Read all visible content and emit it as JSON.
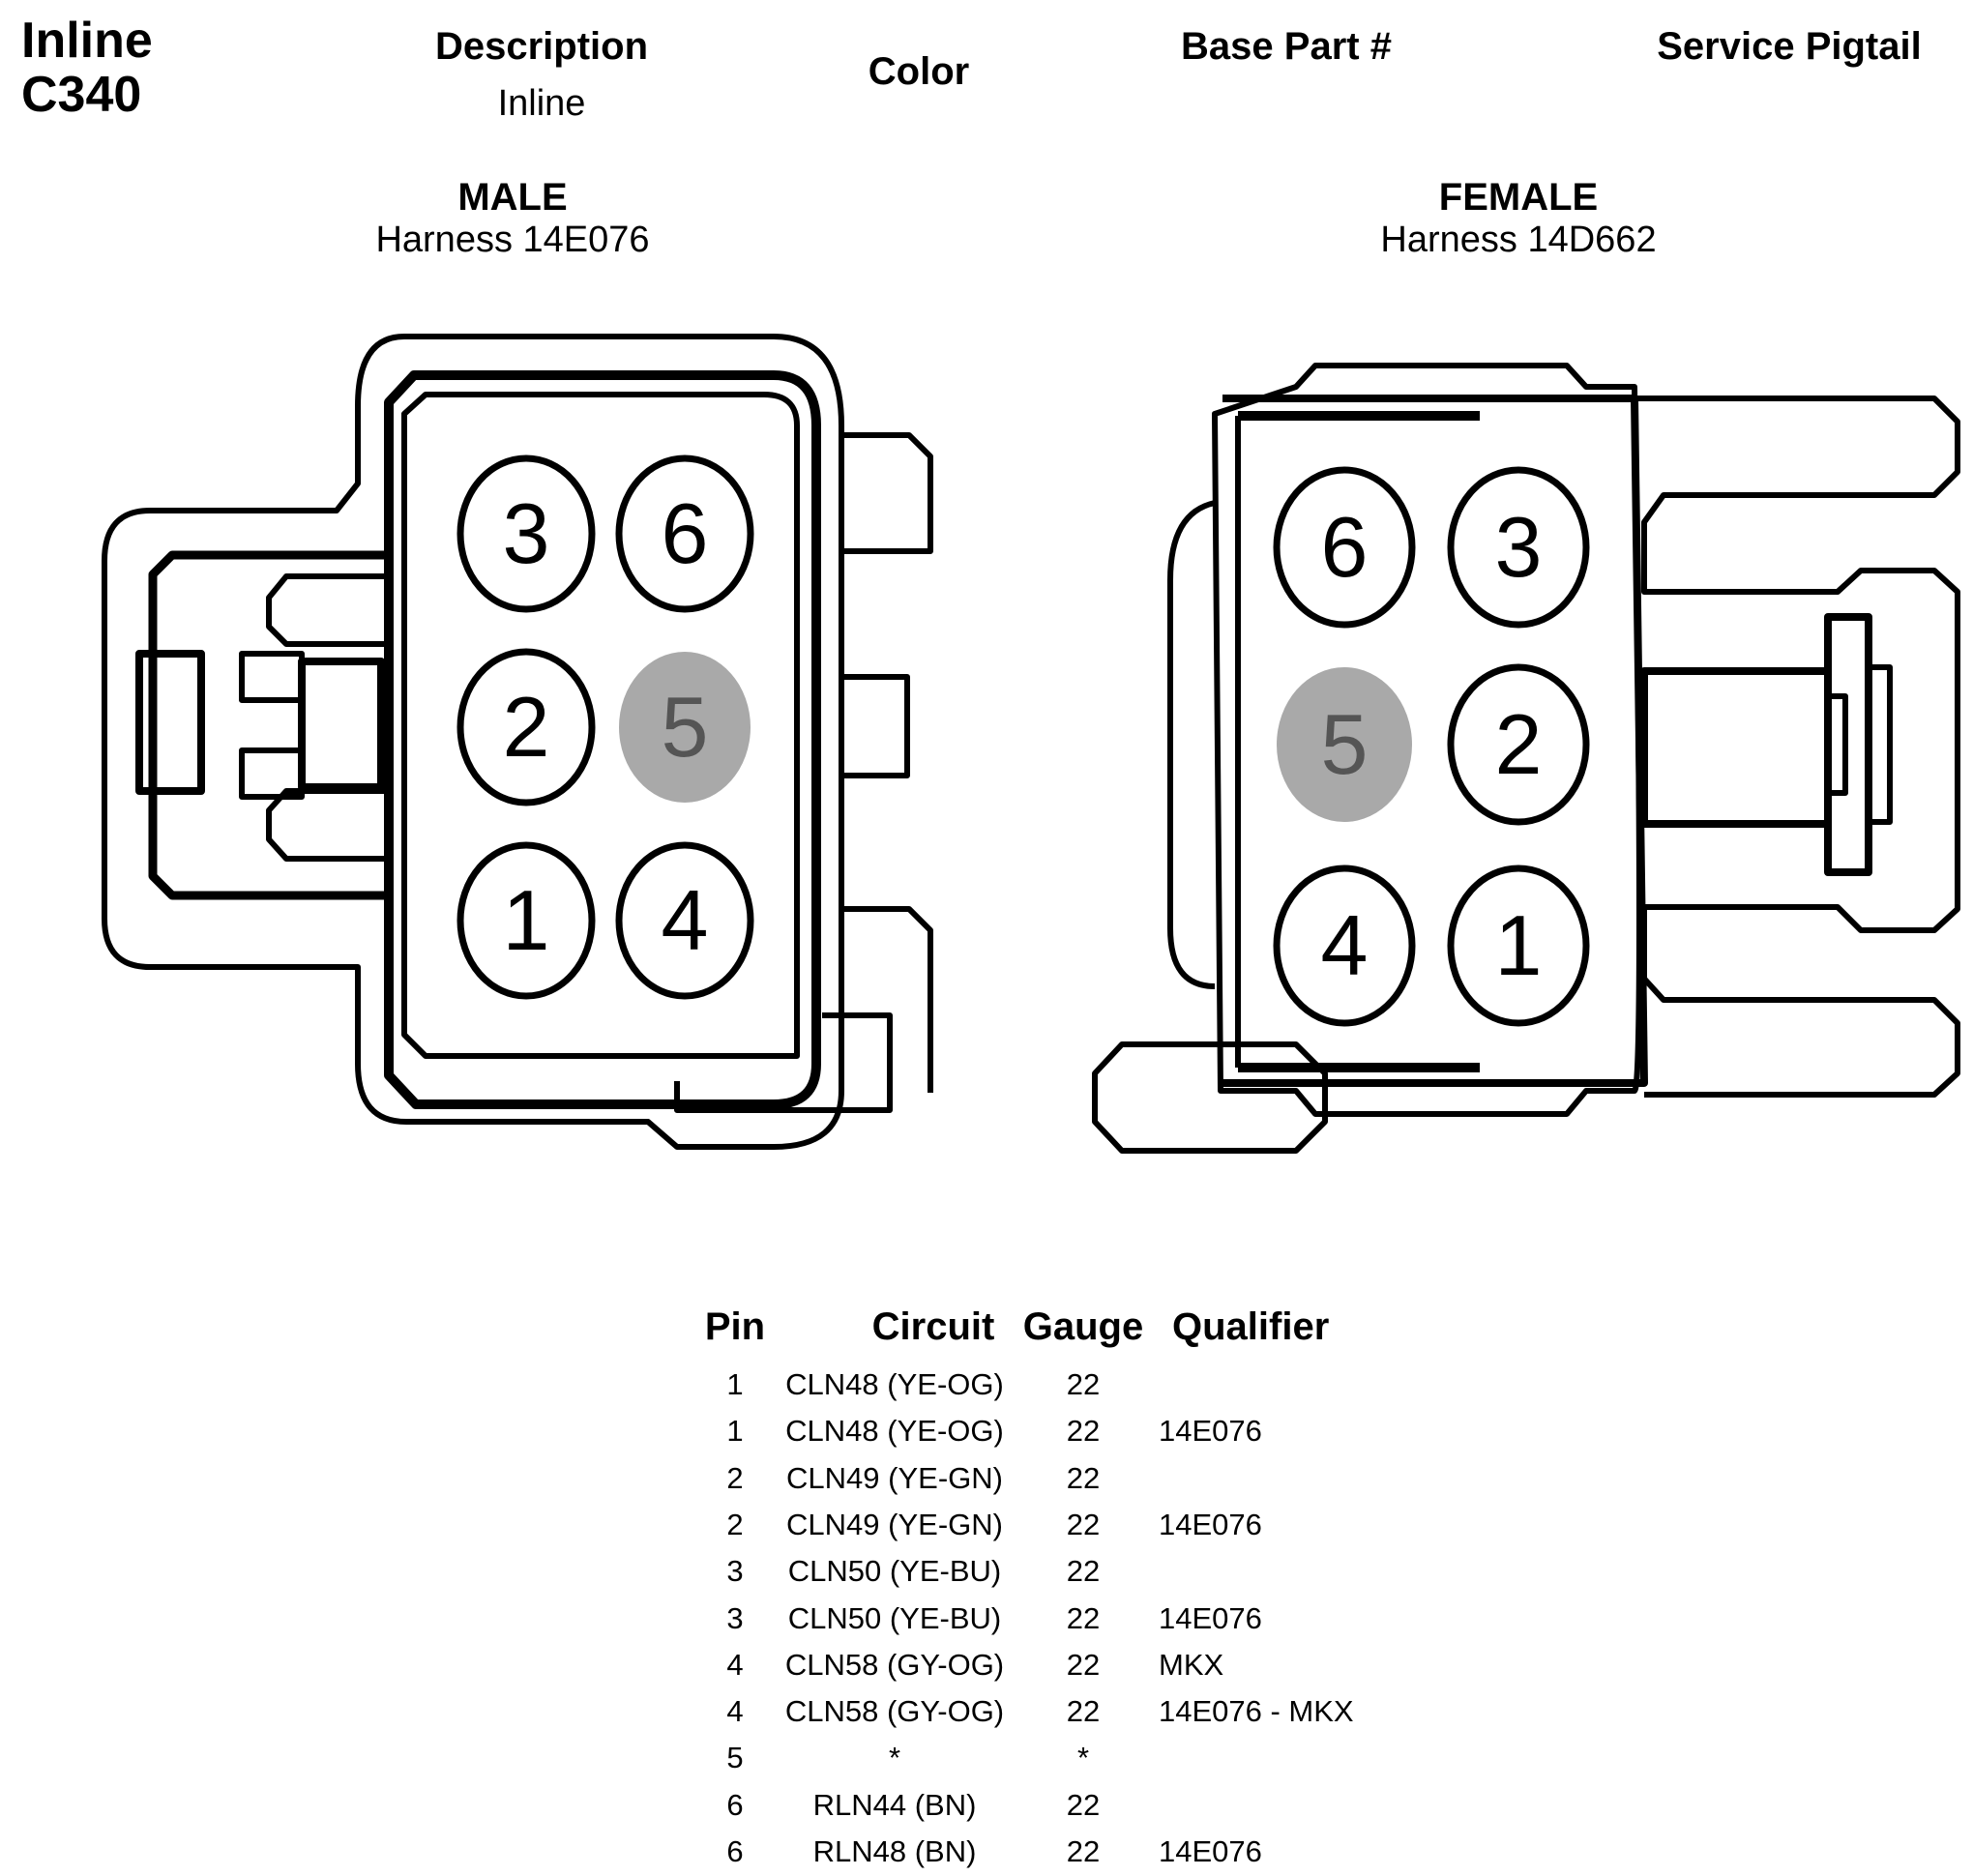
{
  "header": {
    "title_line1": "Inline",
    "title_line2": "C340",
    "description_label": "Description",
    "description_value": "Inline",
    "color_label": "Color",
    "base_part_label": "Base Part #",
    "service_pigtail_label": "Service Pigtail"
  },
  "male": {
    "title": "MALE",
    "harness": "Harness 14E076",
    "pins": [
      {
        "label": "3",
        "empty": false
      },
      {
        "label": "6",
        "empty": false
      },
      {
        "label": "2",
        "empty": false
      },
      {
        "label": "5",
        "empty": true
      },
      {
        "label": "1",
        "empty": false
      },
      {
        "label": "4",
        "empty": false
      }
    ]
  },
  "female": {
    "title": "FEMALE",
    "harness": "Harness 14D662",
    "pins": [
      {
        "label": "6",
        "empty": false
      },
      {
        "label": "3",
        "empty": false
      },
      {
        "label": "5",
        "empty": true
      },
      {
        "label": "2",
        "empty": false
      },
      {
        "label": "4",
        "empty": false
      },
      {
        "label": "1",
        "empty": false
      }
    ]
  },
  "colors": {
    "empty_cavity": "#a9a9a9",
    "empty_text": "#555555",
    "line": "#000000"
  },
  "table": {
    "headers": {
      "pin": "Pin",
      "circuit": "Circuit",
      "gauge": "Gauge",
      "qualifier": "Qualifier"
    },
    "rows": [
      {
        "pin": "1",
        "circuit": "CLN48 (YE-OG)",
        "gauge": "22",
        "qualifier": ""
      },
      {
        "pin": "1",
        "circuit": "CLN48 (YE-OG)",
        "gauge": "22",
        "qualifier": "14E076"
      },
      {
        "pin": "2",
        "circuit": "CLN49 (YE-GN)",
        "gauge": "22",
        "qualifier": ""
      },
      {
        "pin": "2",
        "circuit": "CLN49 (YE-GN)",
        "gauge": "22",
        "qualifier": "14E076"
      },
      {
        "pin": "3",
        "circuit": "CLN50 (YE-BU)",
        "gauge": "22",
        "qualifier": ""
      },
      {
        "pin": "3",
        "circuit": "CLN50 (YE-BU)",
        "gauge": "22",
        "qualifier": "14E076"
      },
      {
        "pin": "4",
        "circuit": "CLN58 (GY-OG)",
        "gauge": "22",
        "qualifier": "MKX"
      },
      {
        "pin": "4",
        "circuit": "CLN58 (GY-OG)",
        "gauge": "22",
        "qualifier": "14E076 - MKX"
      },
      {
        "pin": "5",
        "circuit": "*",
        "gauge": "*",
        "qualifier": ""
      },
      {
        "pin": "6",
        "circuit": "RLN44 (BN)",
        "gauge": "22",
        "qualifier": ""
      },
      {
        "pin": "6",
        "circuit": "RLN48 (BN)",
        "gauge": "22",
        "qualifier": "14E076"
      }
    ]
  }
}
